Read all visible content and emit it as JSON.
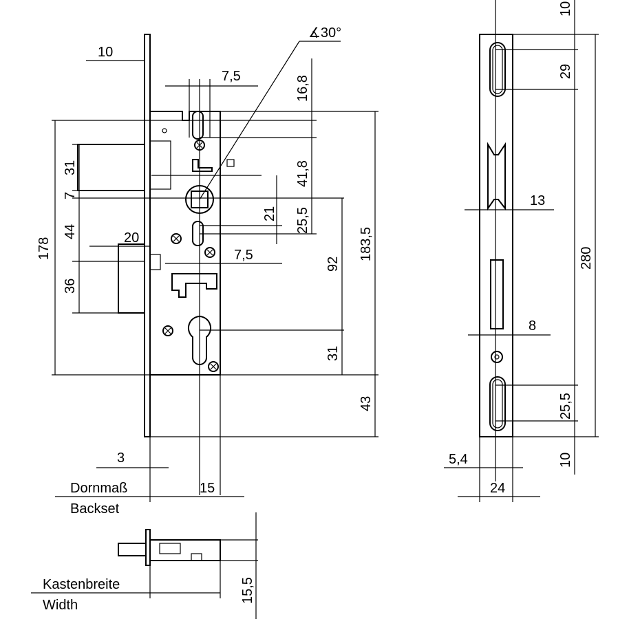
{
  "front_view": {
    "dims": {
      "d10_top": "10",
      "d7_5_top": "7,5",
      "d16_8": "16,8",
      "angle": "∡30°",
      "d41_8": "41,8",
      "d31_left": "31",
      "d7_left": "7",
      "d44": "44",
      "d36": "36",
      "d178": "178",
      "d20": "20",
      "d21": "21",
      "d25_5": "25,5",
      "d183_5": "183,5",
      "d7_5_mid": "7,5",
      "d92": "92",
      "d31_right": "31",
      "d43": "43",
      "d3": "3",
      "d15": "15"
    },
    "backset_label_de": "Dornmaß",
    "backset_label_en": "Backset"
  },
  "side_view": {
    "dims": {
      "d10_top": "10",
      "d29": "29",
      "d13": "13",
      "d280": "280",
      "d8": "8",
      "d25_5": "25,5",
      "d10_bottom": "10",
      "d5_4": "5,4",
      "d24": "24"
    }
  },
  "bottom_view": {
    "width_label_de": "Kastenbreite",
    "width_label_en": "Width",
    "d15_5": "15,5"
  }
}
